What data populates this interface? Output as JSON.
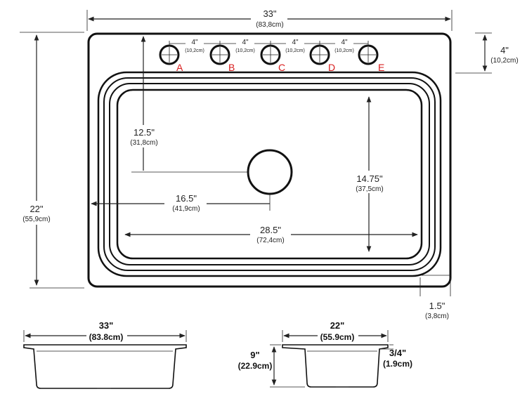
{
  "top_view": {
    "overall_width": {
      "in": "33\"",
      "cm": "(83,8cm)"
    },
    "overall_depth": {
      "in": "22\"",
      "cm": "(55,9cm)"
    },
    "hole_spacing": [
      {
        "in": "4\"",
        "cm": "(10,2cm)"
      },
      {
        "in": "4\"",
        "cm": "(10,2cm)"
      },
      {
        "in": "4\"",
        "cm": "(10,2cm)"
      },
      {
        "in": "4\"",
        "cm": "(10,2cm)"
      }
    ],
    "hole_labels": [
      "A",
      "B",
      "C",
      "D",
      "E"
    ],
    "holes_to_back": {
      "in": "4\"",
      "cm": "(10,2cm)"
    },
    "drain_from_back": {
      "in": "12.5\"",
      "cm": "(31,8cm)"
    },
    "drain_from_side": {
      "in": "16.5\"",
      "cm": "(41,9cm)"
    },
    "bowl_length": {
      "in": "28.5\"",
      "cm": "(72,4cm)"
    },
    "bowl_width": {
      "in": "14.75\"",
      "cm": "(37,5cm)"
    },
    "rim": {
      "in": "1.5\"",
      "cm": "(3,8cm)"
    }
  },
  "front_view": {
    "width": {
      "in": "33\"",
      "cm": "(83.8cm)"
    }
  },
  "side_view": {
    "width": {
      "in": "22\"",
      "cm": "(55.9cm)"
    },
    "depth": {
      "in": "9\"",
      "cm": "(22.9cm)"
    },
    "rim_height": {
      "in": "3/4\"",
      "cm": "(1.9cm)"
    }
  },
  "colors": {
    "line": "#222222",
    "label_red": "#d81e1e"
  }
}
